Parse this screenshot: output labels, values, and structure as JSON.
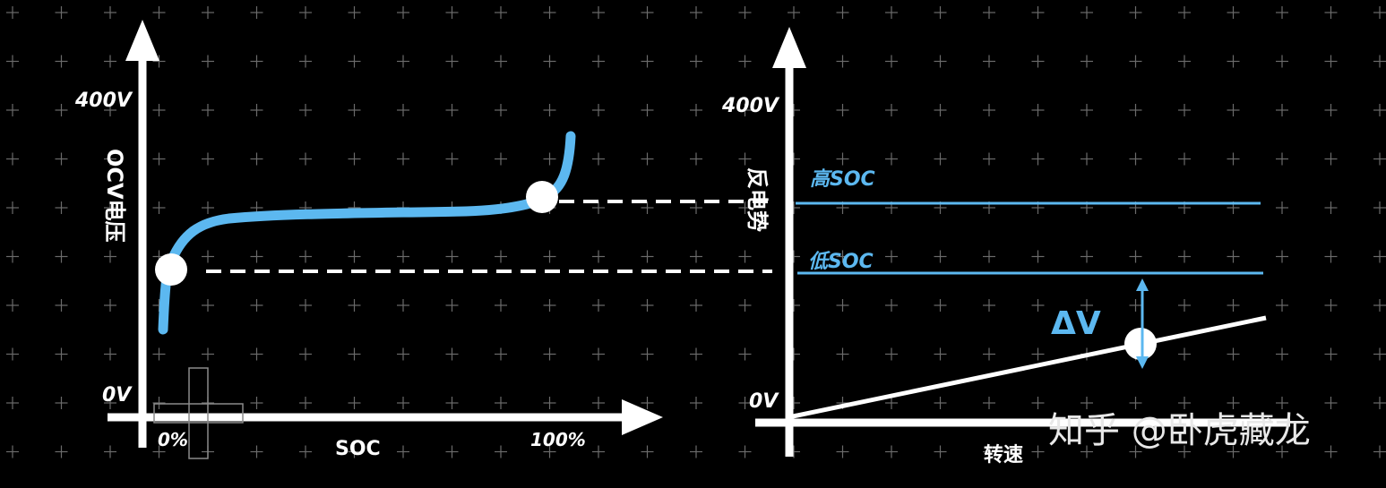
{
  "left_panel": {
    "y_axis_label": "OCV电压",
    "y_top_tick": "400V",
    "y_bottom_tick": "0V",
    "x_axis_label": "SOC",
    "x_start_tick": "0%",
    "x_end_tick": "100%"
  },
  "right_panel": {
    "y_axis_label": "反电势",
    "y_top_tick": "400V",
    "y_bottom_tick": "0V",
    "x_axis_label": "转速",
    "high_soc_label": "高SOC",
    "low_soc_label": "低SOC",
    "delta_label": "ΔV"
  },
  "watermark": "知乎 @卧虎藏龙",
  "colors": {
    "background": "#000000",
    "axis": "#ffffff",
    "curve": "#5cb8f0",
    "soc_lines": "#5cb8f0"
  }
}
